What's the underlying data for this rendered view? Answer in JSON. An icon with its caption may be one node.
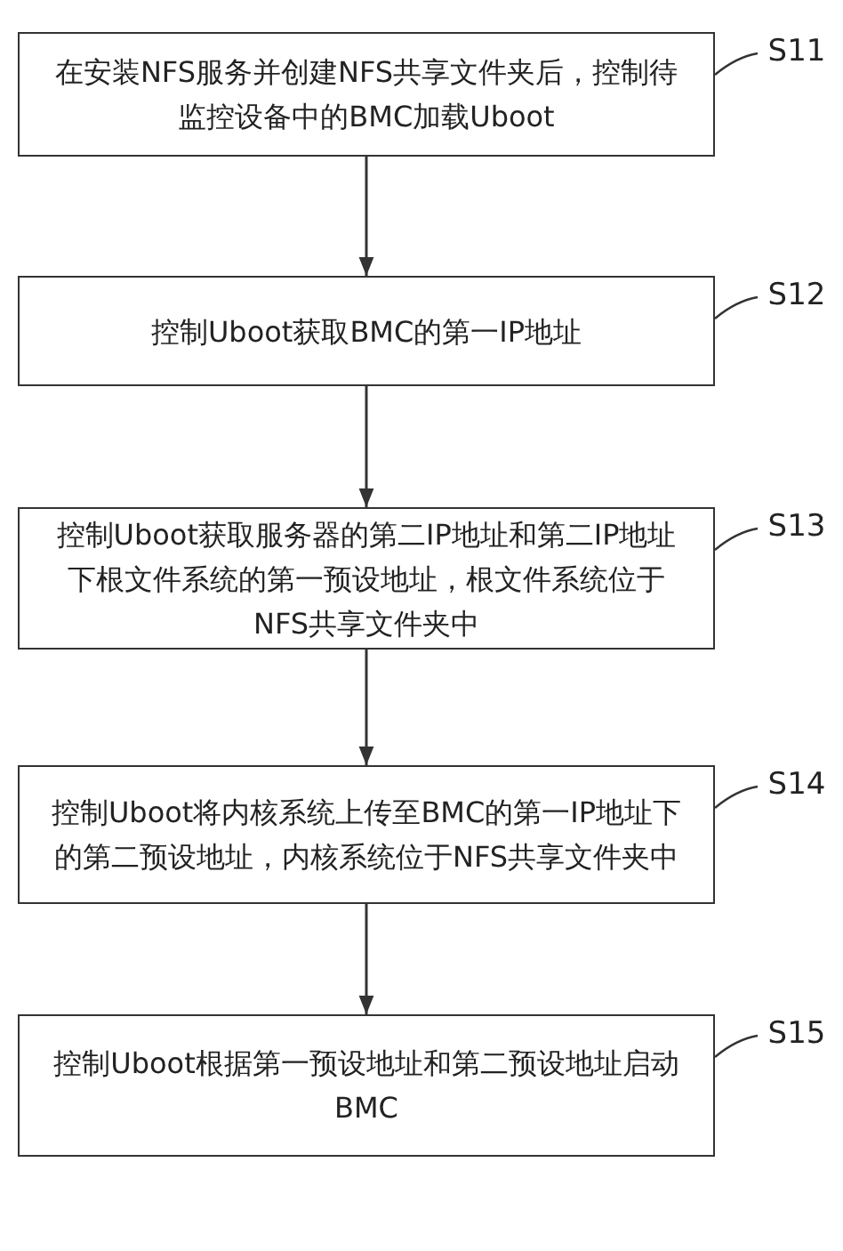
{
  "diagram": {
    "nodes": [
      {
        "text": [
          "在安装NFS服务并创建NFS共享文件夹后，控制待监控设备中的BMC加载Uboot"
        ]
      },
      {
        "text": [
          "控制Uboot获取BMC的第一IP地址"
        ]
      },
      {
        "text": [
          "控制Uboot获取服务器的第二IP地址和第二IP地址下根文件系统的第一预设地址，根文件系统位于NFS共享文件夹中"
        ]
      },
      {
        "text": [
          "控制Uboot将内核系统上传至BMC的第一IP地址下的第二预设地址，内核系统位于NFS共享文件夹中"
        ]
      },
      {
        "text": [
          "控制Uboot根据第一预设地址和第二预设地址启动BMC"
        ]
      },
      {
        "text": [
          "S11"
        ]
      },
      {
        "text": [
          "S12"
        ]
      },
      {
        "text": [
          "S13"
        ]
      },
      {
        "text": [
          "S14"
        ]
      },
      {
        "text": [
          "S15"
        ]
      }
    ],
    "edges": [
      {
        "from": 0,
        "to": 1,
        "arrow": "to"
      },
      {
        "from": 1,
        "to": 2,
        "arrow": "to"
      },
      {
        "from": 2,
        "to": 3,
        "arrow": "to"
      },
      {
        "from": 3,
        "to": 4,
        "arrow": "to"
      },
      {
        "from": 5,
        "to": 0,
        "arrow": "none"
      },
      {
        "from": 6,
        "to": 1,
        "arrow": "none"
      },
      {
        "from": 7,
        "to": 2,
        "arrow": "none"
      },
      {
        "from": 8,
        "to": 3,
        "arrow": "none"
      },
      {
        "from": 9,
        "to": 4,
        "arrow": "none"
      }
    ]
  }
}
